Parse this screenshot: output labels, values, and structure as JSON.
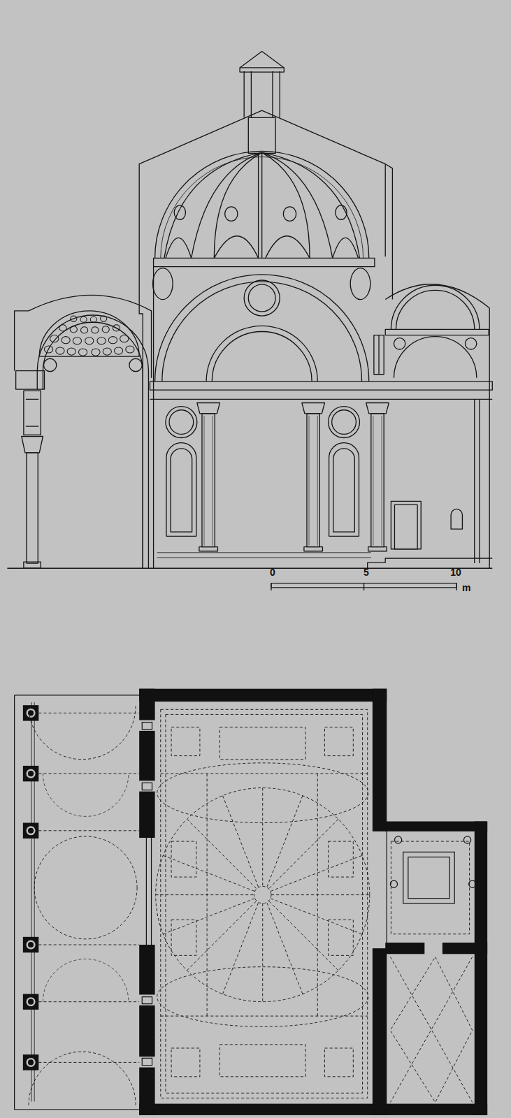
{
  "diagram": {
    "labels": [
      "0",
      "5",
      "10",
      "m"
    ]
  }
}
